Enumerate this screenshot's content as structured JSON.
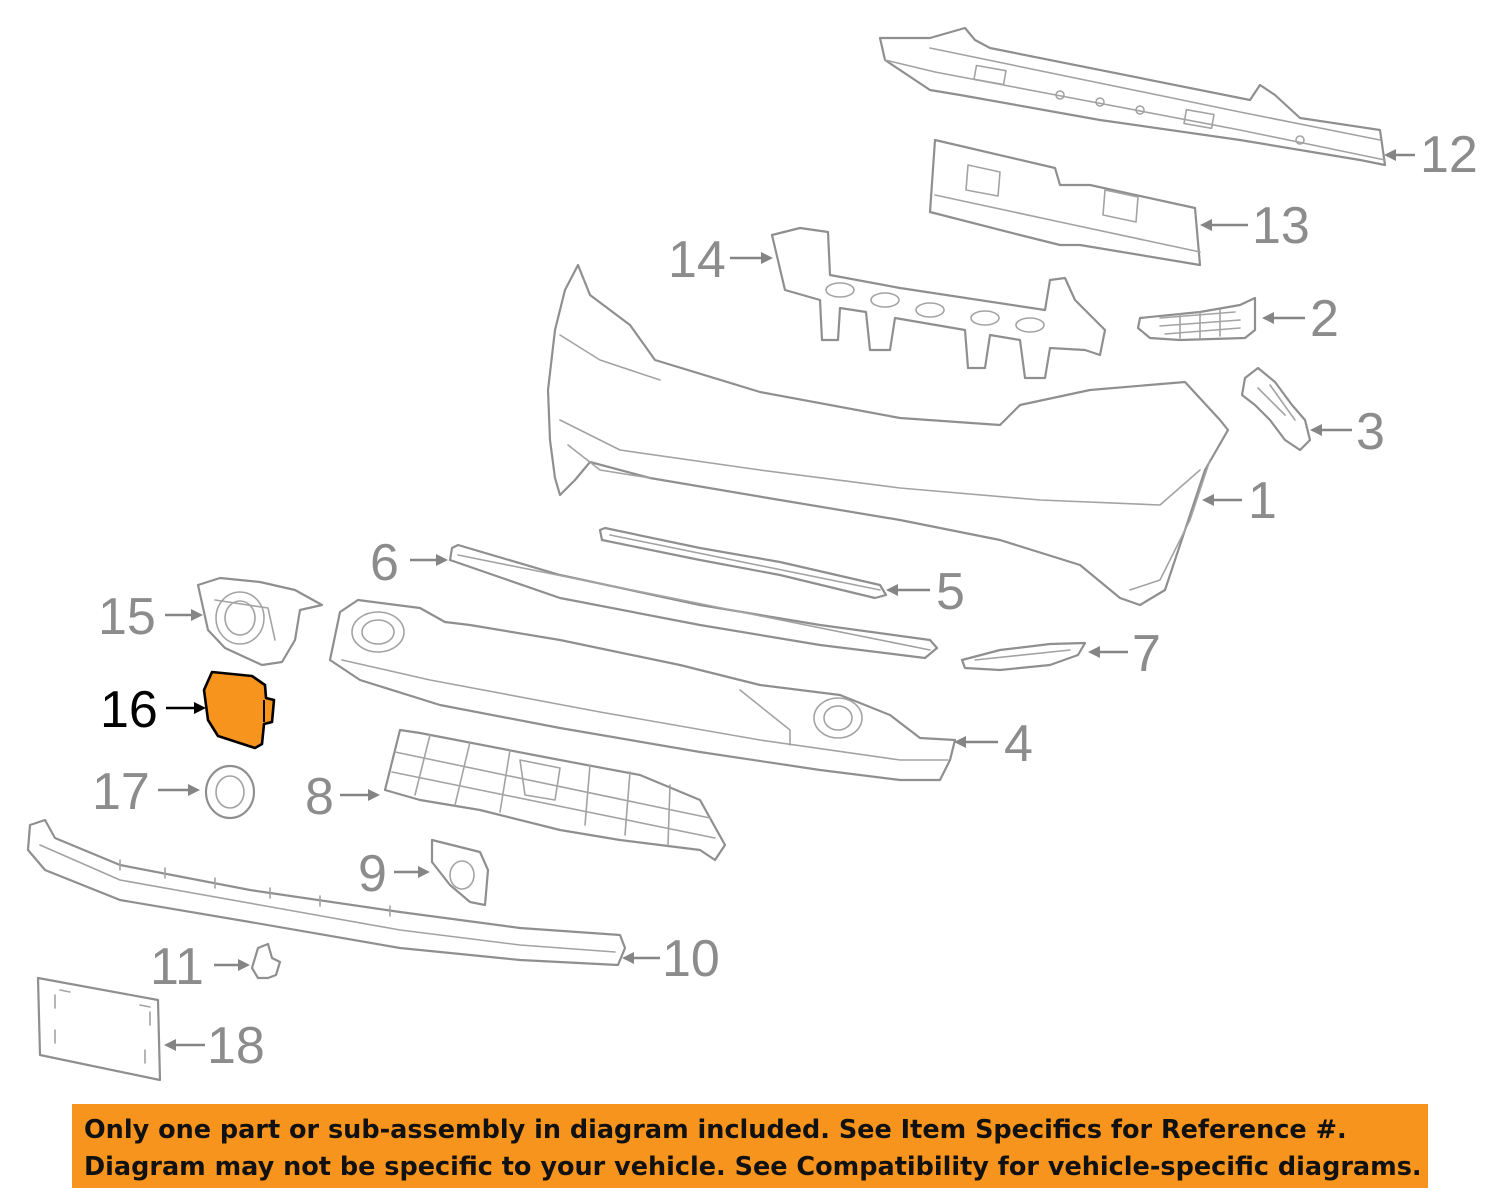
{
  "diagram": {
    "highlight_color": "#f7941d",
    "highlighted_callout": "16",
    "callouts": [
      {
        "id": "c1",
        "label": "1"
      },
      {
        "id": "c2",
        "label": "2"
      },
      {
        "id": "c3",
        "label": "3"
      },
      {
        "id": "c4",
        "label": "4"
      },
      {
        "id": "c5",
        "label": "5"
      },
      {
        "id": "c6",
        "label": "6"
      },
      {
        "id": "c7",
        "label": "7"
      },
      {
        "id": "c8",
        "label": "8"
      },
      {
        "id": "c9",
        "label": "9"
      },
      {
        "id": "c10",
        "label": "10"
      },
      {
        "id": "c11",
        "label": "11"
      },
      {
        "id": "c12",
        "label": "12"
      },
      {
        "id": "c13",
        "label": "13"
      },
      {
        "id": "c14",
        "label": "14"
      },
      {
        "id": "c15",
        "label": "15"
      },
      {
        "id": "c16",
        "label": "16"
      },
      {
        "id": "c17",
        "label": "17"
      },
      {
        "id": "c18",
        "label": "18"
      }
    ]
  },
  "notice": {
    "line1": "Only one part or sub-assembly in diagram included. See Item Specifics for Reference #.",
    "line2": "Diagram may not be specific to your vehicle. See Compatibility for vehicle-specific diagrams.",
    "background": "#f7941d"
  }
}
